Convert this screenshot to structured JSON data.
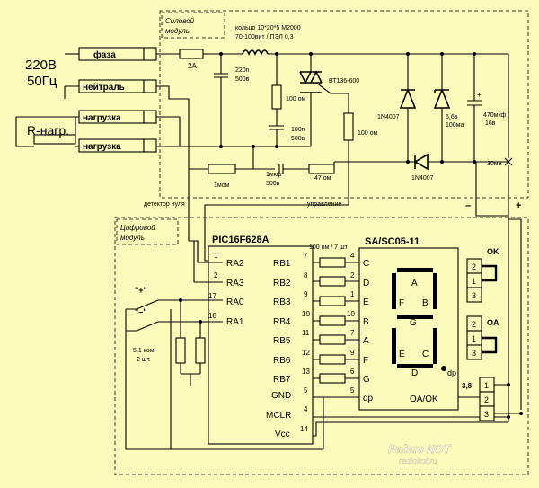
{
  "power_module": {
    "title_line1": "Силовой",
    "title_line2": "модуль"
  },
  "digital_module": {
    "title_line1": "Цифровой",
    "title_line2": "модуль"
  },
  "mains": {
    "voltage": "220В",
    "frequency": "50Гц"
  },
  "load_label": "R-нагр.",
  "terminals": {
    "phase": "фаза",
    "neutral": "нейтраль",
    "load1": "нагрузка",
    "load2": "нагрузка"
  },
  "choke": {
    "line1": "кольцо 10*20*5 М2000",
    "line2": "70-100вит / ПЭЛ 0,3"
  },
  "fuse": "2A",
  "cap_x": {
    "line1": "220n",
    "line2": "500в"
  },
  "snubber_r": "100 ом",
  "snubber_c": {
    "line1": "100n",
    "line2": "500в"
  },
  "triac": "ВТ136-600",
  "gate_r": "100 ом",
  "diode1": "1N4007",
  "diode2": "1N4007",
  "zener": {
    "line1": "5,6в",
    "line2": "100ма"
  },
  "cap_supply": {
    "line1": "470мкф",
    "line2": "16в"
  },
  "current_note": "30ма",
  "dropper_c": {
    "line1": "1мкф",
    "line2": "500в"
  },
  "r_1mohm": "1мом",
  "r_47": "47 ом",
  "zero_detector": "детектор нуля",
  "control": "управление",
  "polarity": {
    "minus": "–",
    "plus": "+"
  },
  "mcu": {
    "name": "PIC16F628A",
    "left_pins": [
      {
        "num": "1",
        "name": "RA2"
      },
      {
        "num": "2",
        "name": "RA3"
      },
      {
        "num": "17",
        "name": "RA0"
      },
      {
        "num": "18",
        "name": "RA1"
      }
    ],
    "right_pins": [
      {
        "num": "7",
        "name": "RB1"
      },
      {
        "num": "8",
        "name": "RB2"
      },
      {
        "num": "9",
        "name": "RB3"
      },
      {
        "num": "10",
        "name": "RB4"
      },
      {
        "num": "11",
        "name": "RB5"
      },
      {
        "num": "12",
        "name": "RB6"
      },
      {
        "num": "13",
        "name": "RB7"
      },
      {
        "num": "5",
        "name": "GND"
      },
      {
        "num": "4",
        "name": "MCLR"
      },
      {
        "num": "14",
        "name": "Vcc"
      }
    ]
  },
  "seg_resistors": "100 ом / 7 шт",
  "display": {
    "name": "SA/SC05-11",
    "pins": [
      {
        "num": "4",
        "name": "C"
      },
      {
        "num": "2",
        "name": "D"
      },
      {
        "num": "1",
        "name": "E"
      },
      {
        "num": "10",
        "name": "B"
      },
      {
        "num": "7",
        "name": "A"
      },
      {
        "num": "9",
        "name": "F"
      },
      {
        "num": "6",
        "name": "G"
      },
      {
        "num": "5",
        "name": "dp"
      }
    ],
    "seg_a": "A",
    "seg_b": "B",
    "seg_c": "C",
    "seg_d": "D",
    "seg_e": "E",
    "seg_f": "F",
    "seg_g": "G",
    "seg_dp": "dp",
    "mode": "OA/OK",
    "common_pin": "3,8"
  },
  "buttons": {
    "plus": "\"+\"",
    "minus": "\"–\""
  },
  "pullups": {
    "line1": "5,1 ком",
    "line2": "2 шт."
  },
  "jumpers": {
    "ok": {
      "label": "OK",
      "pins": [
        "2",
        "1",
        "3"
      ]
    },
    "oa": {
      "label": "OA",
      "pins": [
        "2",
        "1",
        "3"
      ]
    },
    "out": {
      "pins": [
        "1",
        "2",
        "3"
      ]
    }
  },
  "watermark": {
    "line1": "Радио КОТ",
    "line2": "radiokot.ru"
  }
}
